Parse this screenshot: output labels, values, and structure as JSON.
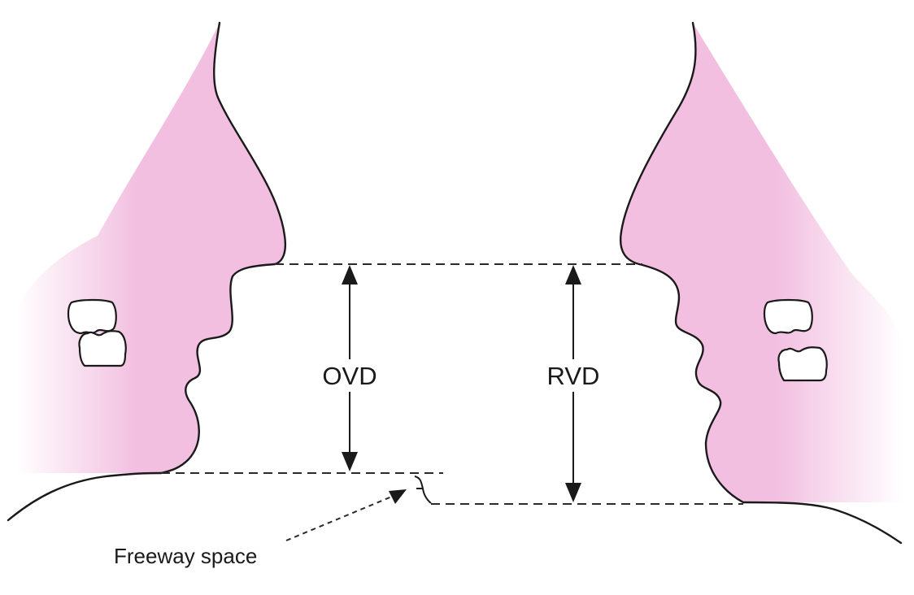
{
  "labels": {
    "ovd": "OVD",
    "rvd": "RVD",
    "freeway": "Freeway space"
  },
  "colors": {
    "skin": "#f2bfe0",
    "skin_fade": "#ffffff",
    "outline": "#1a1a1a"
  },
  "faces": [
    {
      "id": "left-face",
      "state": "occlusion",
      "teeth": "in contact"
    },
    {
      "id": "right-face",
      "state": "rest",
      "teeth": "separated"
    }
  ]
}
